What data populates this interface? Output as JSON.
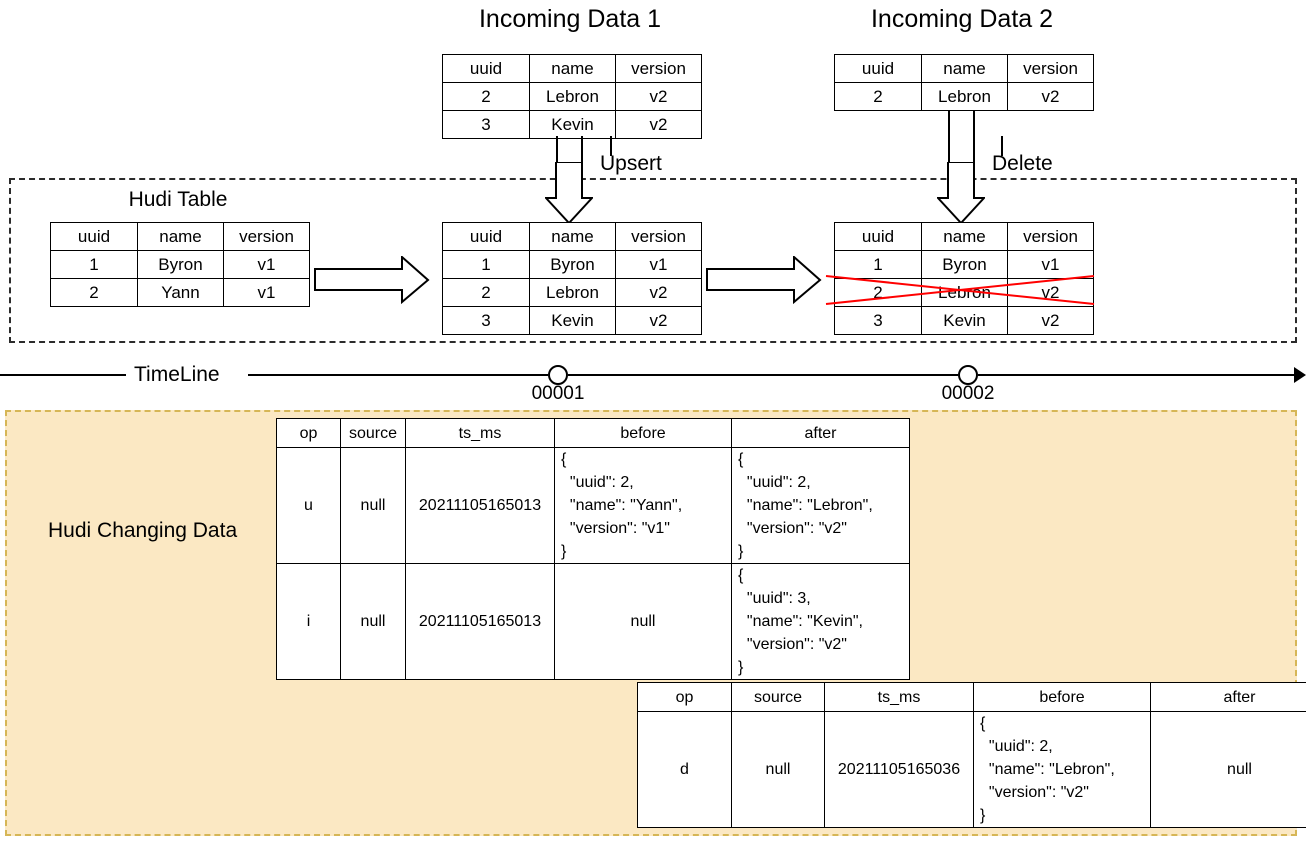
{
  "diagram": {
    "title_incoming_1": "Incoming Data 1",
    "title_incoming_2": "Incoming Data 2",
    "title_hudi_table": "Hudi Table",
    "label_upsert": "Upsert",
    "label_delete": "Delete",
    "label_timeline": "TimeLine",
    "label_changing_data": "Hudi Changing Data",
    "timeline_ticks": [
      "00001",
      "00002"
    ],
    "colors": {
      "updated_row": "#f5cccc",
      "inserted_row": "#cfe2f3",
      "deleted_mark": "#ff0000",
      "changing_data_bg": "#fbe8c3",
      "changing_data_border": "#d6b656"
    }
  },
  "incoming1": {
    "headers": [
      "uuid",
      "name",
      "version"
    ],
    "rows": [
      [
        "2",
        "Lebron",
        "v2"
      ],
      [
        "3",
        "Kevin",
        "v2"
      ]
    ]
  },
  "incoming2": {
    "headers": [
      "uuid",
      "name",
      "version"
    ],
    "rows": [
      [
        "2",
        "Lebron",
        "v2"
      ]
    ]
  },
  "hudi_before": {
    "headers": [
      "uuid",
      "name",
      "version"
    ],
    "rows": [
      [
        "1",
        "Byron",
        "v1"
      ],
      [
        "2",
        "Yann",
        "v1"
      ]
    ]
  },
  "hudi_after_upsert": {
    "headers": [
      "uuid",
      "name",
      "version"
    ],
    "rows": [
      [
        "1",
        "Byron",
        "v1"
      ],
      [
        "2",
        "Lebron",
        "v2"
      ],
      [
        "3",
        "Kevin",
        "v2"
      ]
    ]
  },
  "hudi_after_delete": {
    "headers": [
      "uuid",
      "name",
      "version"
    ],
    "rows": [
      [
        "1",
        "Byron",
        "v1"
      ],
      [
        "2",
        "Lebron",
        "v2"
      ],
      [
        "3",
        "Kevin",
        "v2"
      ]
    ]
  },
  "cdc_upper": {
    "headers": [
      "op",
      "source",
      "ts_ms",
      "before",
      "after"
    ],
    "rows": [
      {
        "op": "u",
        "source": "null",
        "ts_ms": "20211105165013",
        "before": "{\n  \"uuid\": 2,\n  \"name\": \"Yann\",\n  \"version\": \"v1\"\n}",
        "after": "{\n  \"uuid\": 2,\n  \"name\": \"Lebron\",\n  \"version\": \"v2\"\n}"
      },
      {
        "op": "i",
        "source": "null",
        "ts_ms": "20211105165013",
        "before": "null",
        "after": "{\n  \"uuid\": 3,\n  \"name\": \"Kevin\",\n  \"version\": \"v2\"\n}"
      }
    ]
  },
  "cdc_lower": {
    "headers": [
      "op",
      "source",
      "ts_ms",
      "before",
      "after"
    ],
    "rows": [
      {
        "op": "d",
        "source": "null",
        "ts_ms": "20211105165036",
        "before": "{\n  \"uuid\": 2,\n  \"name\": \"Lebron\",\n  \"version\": \"v2\"\n}",
        "after": "null"
      }
    ]
  }
}
